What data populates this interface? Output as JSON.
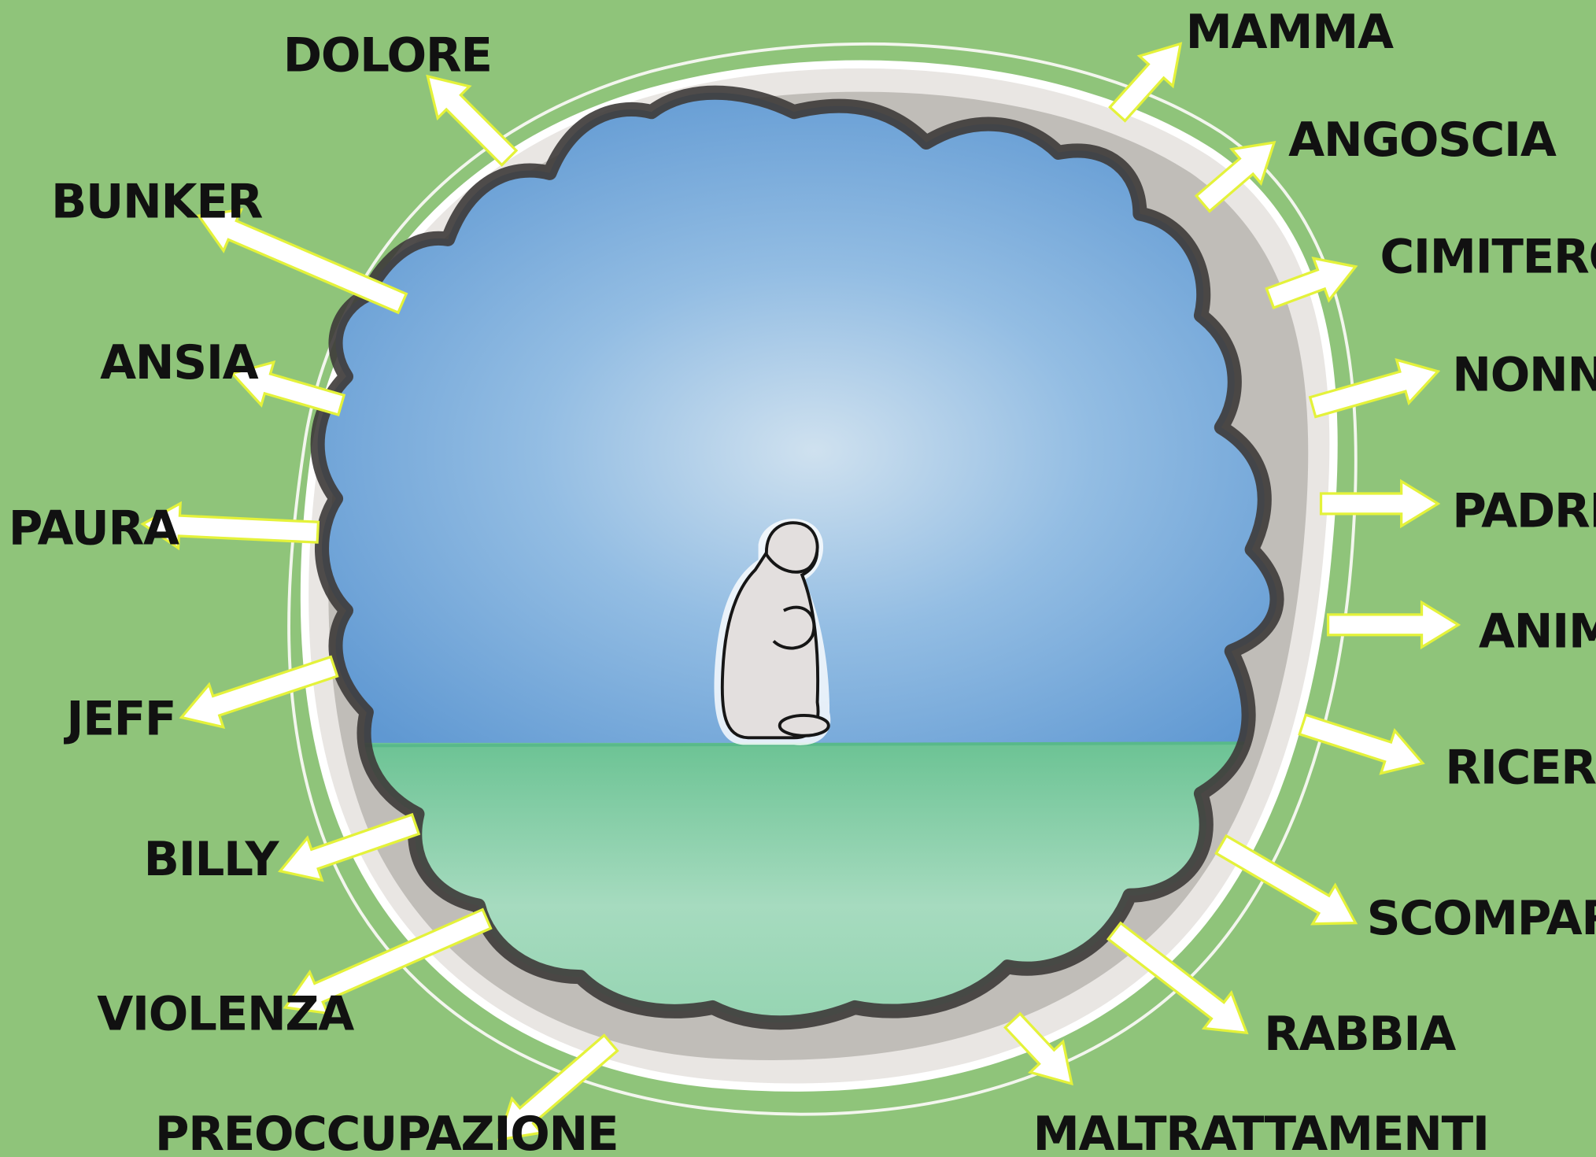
{
  "colors": {
    "background": "#8fc47a",
    "sky": "#6aa0d6",
    "ground": "#74c89a",
    "outline": "#3d3a38",
    "frame": "#e9e6e3",
    "arrow_fill": "#ffffff",
    "arrow_stroke": "#e4f23a"
  },
  "illustration": {
    "subject": "seated-figure-icon",
    "sky": "sky-watercolor",
    "ground": "green-field-watercolor"
  },
  "labels": [
    {
      "id": "dolore",
      "text": "DOLORE"
    },
    {
      "id": "bunker",
      "text": "BUNKER"
    },
    {
      "id": "ansia",
      "text": "ANSIA"
    },
    {
      "id": "paura",
      "text": "PAURA"
    },
    {
      "id": "jeff",
      "text": "JEFF"
    },
    {
      "id": "billy",
      "text": "BILLY"
    },
    {
      "id": "violenza",
      "text": "VIOLENZA"
    },
    {
      "id": "preoccupazione",
      "text": "PREOCCUPAZIONE"
    },
    {
      "id": "maltrattamenti",
      "text": "MALTRATTAMENTI"
    },
    {
      "id": "rabbia",
      "text": "RABBIA"
    },
    {
      "id": "scomparsa",
      "text": "SCOMPARSA"
    },
    {
      "id": "ricerca",
      "text": "RICERCA"
    },
    {
      "id": "anime",
      "text": "ANIME"
    },
    {
      "id": "padre",
      "text": "PADRE"
    },
    {
      "id": "nonno",
      "text": "NONNO"
    },
    {
      "id": "cimitero",
      "text": "CIMITERO"
    },
    {
      "id": "angoscia",
      "text": "ANGOSCIA"
    },
    {
      "id": "mamma",
      "text": "MAMMA"
    }
  ]
}
